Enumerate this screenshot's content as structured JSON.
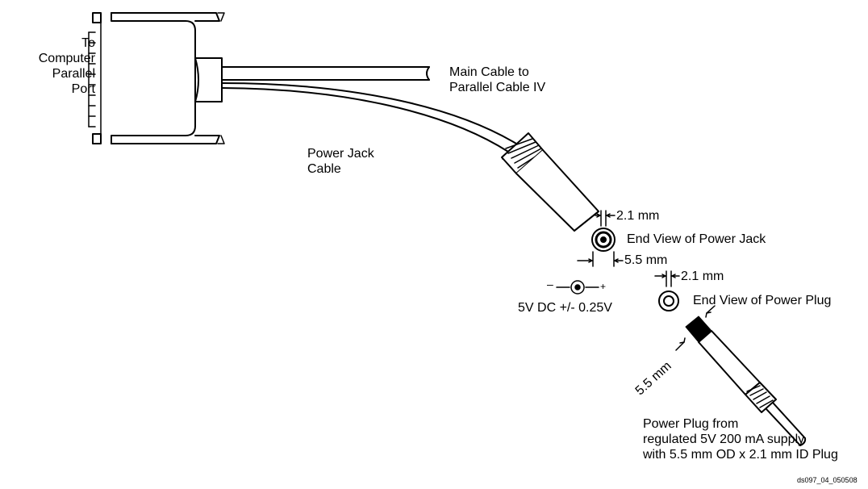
{
  "labels": {
    "computer_port": [
      "To",
      "Computer",
      "Parallel",
      "Port"
    ],
    "main_cable": [
      "Main Cable to",
      "Parallel Cable IV"
    ],
    "power_jack_cable": [
      "Power Jack",
      "Cable"
    ],
    "jack_id_dim": "2.1 mm",
    "jack_end_view": "End View of Power Jack",
    "jack_od_dim": "5.5 mm",
    "plug_id_dim": "2.1 mm",
    "plug_end_view": "End View of Power Plug",
    "polarity": "5V DC +/- 0.25V",
    "plug_od_dim": "5.5 mm",
    "power_plug_from": [
      "Power Plug from",
      "regulated 5V 200 mA supply",
      "with 5.5 mm OD x 2.1 mm ID Plug"
    ],
    "figure_id": "ds097_04_050508"
  },
  "polarity_symbols": {
    "minus": "–",
    "plus": "+"
  }
}
